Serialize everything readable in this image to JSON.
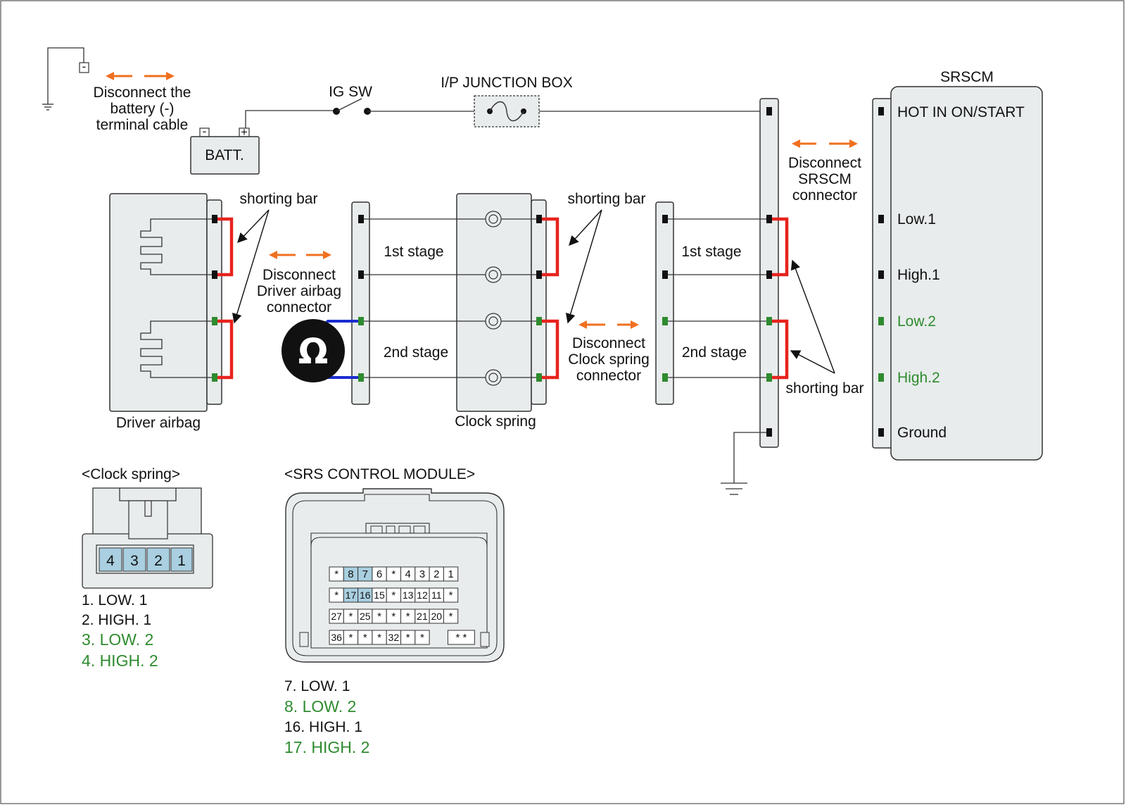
{
  "labels": {
    "battery_disconnect": [
      "Disconnect the",
      "battery (-)",
      "terminal cable"
    ],
    "ig_sw": "IG SW",
    "junction_box": "I/P JUNCTION BOX",
    "batt": "BATT.",
    "srscm_title": "SRSCM",
    "srscm_disconnect": [
      "Disconnect",
      "SRSCM",
      "connector"
    ],
    "shorting_bar": "shorting bar",
    "driver_disconnect": [
      "Disconnect",
      "Driver airbag",
      "connector"
    ],
    "clock_disconnect": [
      "Disconnect",
      "Clock spring",
      "connector"
    ],
    "first_stage": "1st stage",
    "second_stage": "2nd stage",
    "driver_airbag": "Driver airbag",
    "clock_spring": "Clock spring",
    "ohm": "Ω",
    "battery_minus": "-",
    "battery_plus": "+"
  },
  "srscm_pins": [
    "HOT IN ON/START",
    "Low.1",
    "High.1",
    "Low.2",
    "High.2",
    "Ground"
  ],
  "clock_spring_connector": {
    "title": "<Clock spring>",
    "pins": [
      "4",
      "3",
      "2",
      "1"
    ],
    "legend": [
      "1. LOW. 1",
      "2. HIGH. 1",
      "3. LOW. 2",
      "4. HIGH. 2"
    ]
  },
  "srs_module_connector": {
    "title": "<SRS CONTROL MODULE>",
    "rows": [
      [
        "*",
        "8",
        "7",
        "6",
        "*",
        "4",
        "3",
        "2",
        "1"
      ],
      [
        "*",
        "17",
        "16",
        "15",
        "*",
        "13",
        "12",
        "11",
        "*"
      ],
      [
        "27",
        "*",
        "25",
        "*",
        "*",
        "*",
        "21",
        "20",
        "*"
      ],
      [
        "36",
        "*",
        "*",
        "*",
        "32",
        "*",
        "*",
        "",
        "* *"
      ]
    ],
    "legend": [
      "7. LOW. 1",
      "8. LOW. 2",
      "16. HIGH. 1",
      "17. HIGH. 2"
    ]
  },
  "colors": {
    "green": "#2e8b2e",
    "shorting_bar_red": "#e8231d",
    "meter_lead_blue": "#1a2ccf",
    "arrow_orange": "#f07020",
    "highlight_blue": "#a9cfe0"
  }
}
